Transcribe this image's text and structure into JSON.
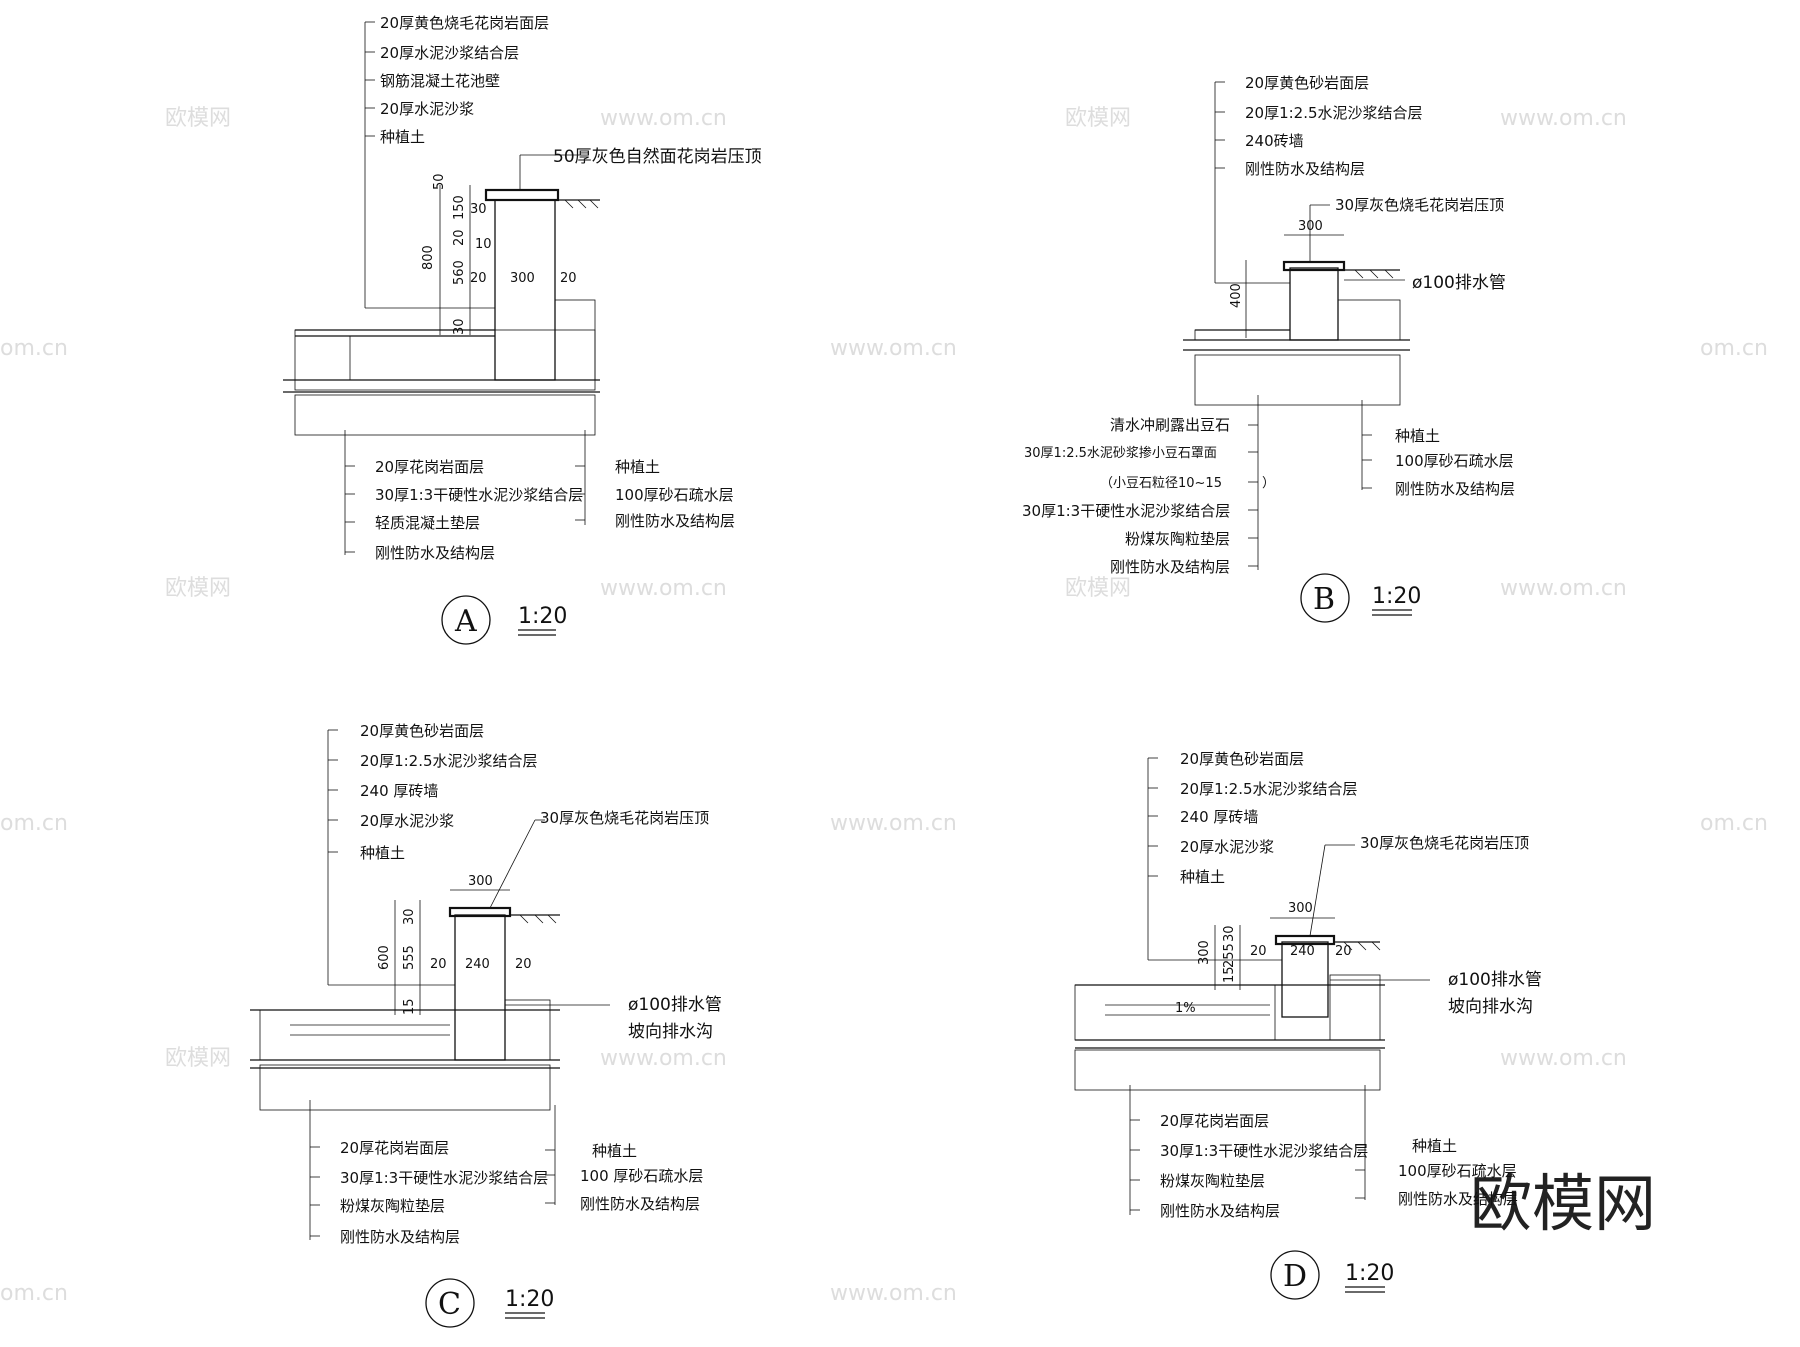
{
  "colors": {
    "ink": "#111111",
    "watermark": "#dddddd"
  },
  "watermark": {
    "site": "www.om.cn",
    "brand": "欧模网",
    "site_short": "om.cn"
  },
  "details": {
    "A": {
      "letter": "A",
      "scale": "1:20",
      "top_labels": [
        "20厚黄色烧毛花岗岩面层",
        "20厚水泥沙浆结合层",
        "钢筋混凝土花池壁",
        "20厚水泥沙浆",
        "种植土"
      ],
      "coping": "50厚灰色自然面花岗岩压顶",
      "bottom_left": [
        "20厚花岗岩面层",
        "30厚1:3干硬性水泥沙浆结合层",
        "轻质混凝土垫层",
        "刚性防水及结构层"
      ],
      "bottom_right": [
        "种植土",
        "100厚砂石疏水层",
        "刚性防水及结构层"
      ],
      "dims": [
        "50",
        "150",
        "30",
        "20",
        "10",
        "800",
        "560",
        "20",
        "300",
        "20",
        "30"
      ]
    },
    "B": {
      "letter": "B",
      "scale": "1:20",
      "top_labels": [
        "20厚黄色砂岩面层",
        "20厚1:2.5水泥沙浆结合层",
        "240砖墙",
        "刚性防水及结构层"
      ],
      "coping": "30厚灰色烧毛花岗岩压顶",
      "pipe": "ø100排水管",
      "bottom_left": [
        "清水冲刷露出豆石",
        "30厚1:2.5水泥砂浆掺小豆石罩面",
        "（小豆石粒径10~15",
        "）",
        "30厚1:3干硬性水泥沙浆结合层",
        "粉煤灰陶粒垫层",
        "刚性防水及结构层"
      ],
      "bottom_right": [
        "种植土",
        "100厚砂石疏水层",
        "刚性防水及结构层"
      ],
      "dims": [
        "300",
        "400"
      ]
    },
    "C": {
      "letter": "C",
      "scale": "1:20",
      "top_labels": [
        "20厚黄色砂岩面层",
        "20厚1:2.5水泥沙浆结合层",
        "240 厚砖墙",
        "20厚水泥沙浆",
        "种植土"
      ],
      "coping": "30厚灰色烧毛花岗岩压顶",
      "pipe": [
        "ø100排水管",
        "坡向排水沟"
      ],
      "bottom_left": [
        "20厚花岗岩面层",
        "30厚1:3干硬性水泥沙浆结合层",
        "粉煤灰陶粒垫层",
        "刚性防水及结构层"
      ],
      "bottom_right": [
        "种植土",
        "100 厚砂石疏水层",
        "刚性防水及结构层"
      ],
      "dims": [
        "300",
        "30",
        "600",
        "555",
        "20",
        "240",
        "20",
        "15"
      ]
    },
    "D": {
      "letter": "D",
      "scale": "1:20",
      "top_labels": [
        "20厚黄色砂岩面层",
        "20厚1:2.5水泥沙浆结合层",
        "240 厚砖墙",
        "20厚水泥沙浆",
        "种植土"
      ],
      "coping": "30厚灰色烧毛花岗岩压顶",
      "pipe": [
        "ø100排水管",
        "坡向排水沟"
      ],
      "bottom_left": [
        "20厚花岗岩面层",
        "30厚1:3干硬性水泥沙浆结合层",
        "粉煤灰陶粒垫层",
        "刚性防水及结构层"
      ],
      "bottom_right": [
        "种植土",
        "100厚砂石疏水层",
        "刚性防水及结构层"
      ],
      "dims": [
        "300",
        "300",
        "255",
        "30",
        "15",
        "20",
        "240",
        "20",
        "1%"
      ]
    }
  }
}
